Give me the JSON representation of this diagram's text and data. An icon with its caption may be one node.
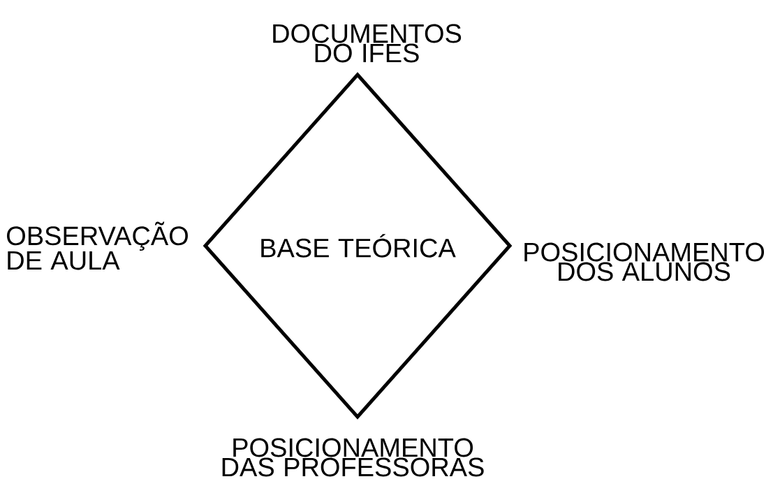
{
  "diagram": {
    "nodes": [
      {
        "text": [
          "BASE TEÓRICA"
        ]
      }
    ],
    "labels": [
      "DOCUMENTOS DO IFES",
      "OBSERVAÇÃO DE AULA",
      "POSICIONAMENTO DOS ALUNOS",
      "POSICIONAMENTO DAS PROFESSORAS"
    ]
  }
}
